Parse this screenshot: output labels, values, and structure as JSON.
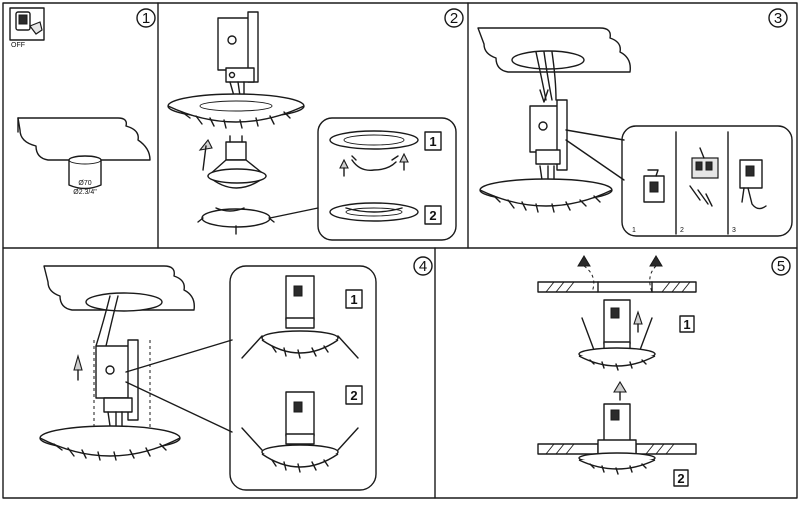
{
  "steps": {
    "s1": {
      "number": "1",
      "switch_label": "OFF",
      "hole_diameter": "Ø70",
      "hole_diameter_inch": "Ø2.3/4\""
    },
    "s2": {
      "number": "2",
      "option_a": "1",
      "option_b": "2"
    },
    "s3": {
      "number": "3",
      "sub_a": "1",
      "sub_b": "2",
      "sub_c": "3"
    },
    "s4": {
      "number": "4",
      "option_a": "1",
      "option_b": "2"
    },
    "s5": {
      "number": "5",
      "option_a": "1",
      "option_b": "2"
    }
  },
  "colors": {
    "line": "#1a1a1a",
    "fill_light": "#e6e6e6",
    "fill_dark": "#2b2b2b"
  }
}
